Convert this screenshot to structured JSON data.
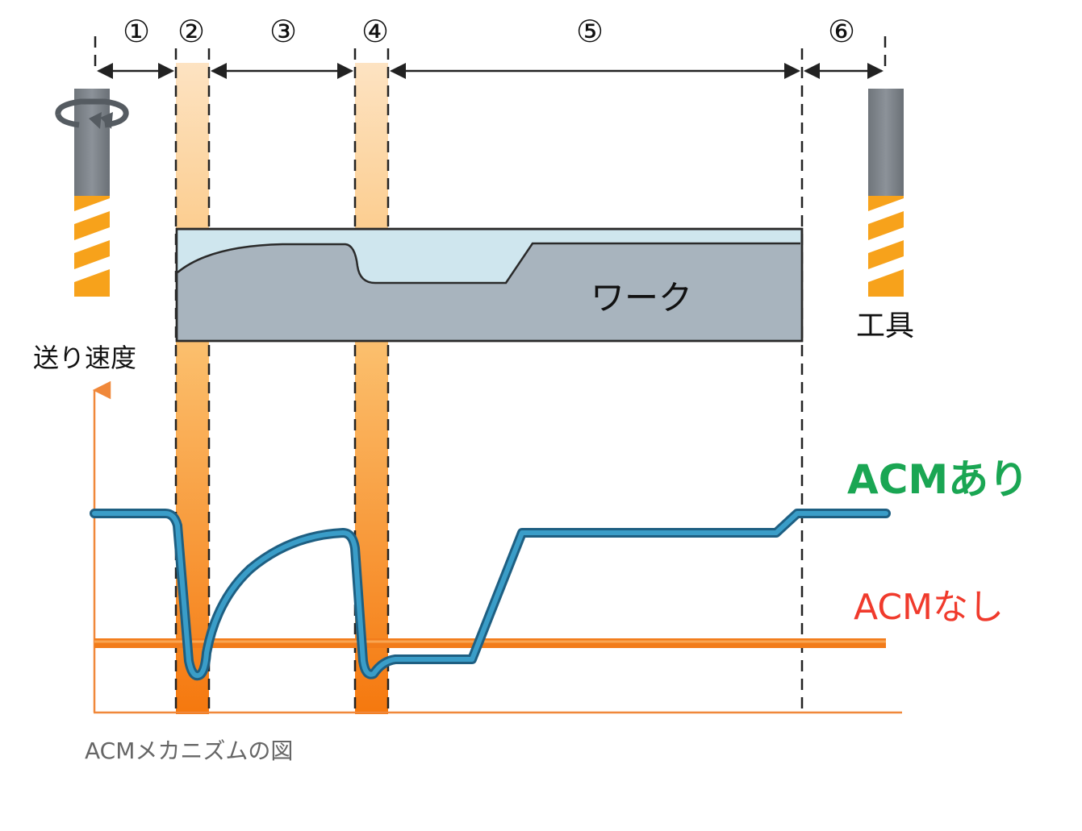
{
  "phases": [
    {
      "id": "1",
      "label": "①"
    },
    {
      "id": "2",
      "label": "②"
    },
    {
      "id": "3",
      "label": "③"
    },
    {
      "id": "4",
      "label": "④"
    },
    {
      "id": "5",
      "label": "⑤"
    },
    {
      "id": "6",
      "label": "⑥"
    }
  ],
  "labels": {
    "work": "ワーク",
    "tool": "工具",
    "feed_speed": "送り速度",
    "with_acm": "ACMあり",
    "without_acm": "ACMなし",
    "caption": "ACMメカニズムの図"
  },
  "colors": {
    "with_acm_text": "#1aa653",
    "without_acm_text": "#f03a2c",
    "blue_line": "#2a8ab8",
    "orange_line": "#f58220",
    "axis": "#f0883a",
    "work_body": "#a8b4be",
    "work_surface": "#cfe6ee",
    "tool_shank": "#7e858c",
    "tool_flute": "#f7a21b",
    "highlight_band": "#fbb85e"
  },
  "icons": {
    "rotation": "rotation-arrow-icon",
    "tool_left": "end-mill-rotating-icon",
    "tool_right": "end-mill-icon"
  }
}
